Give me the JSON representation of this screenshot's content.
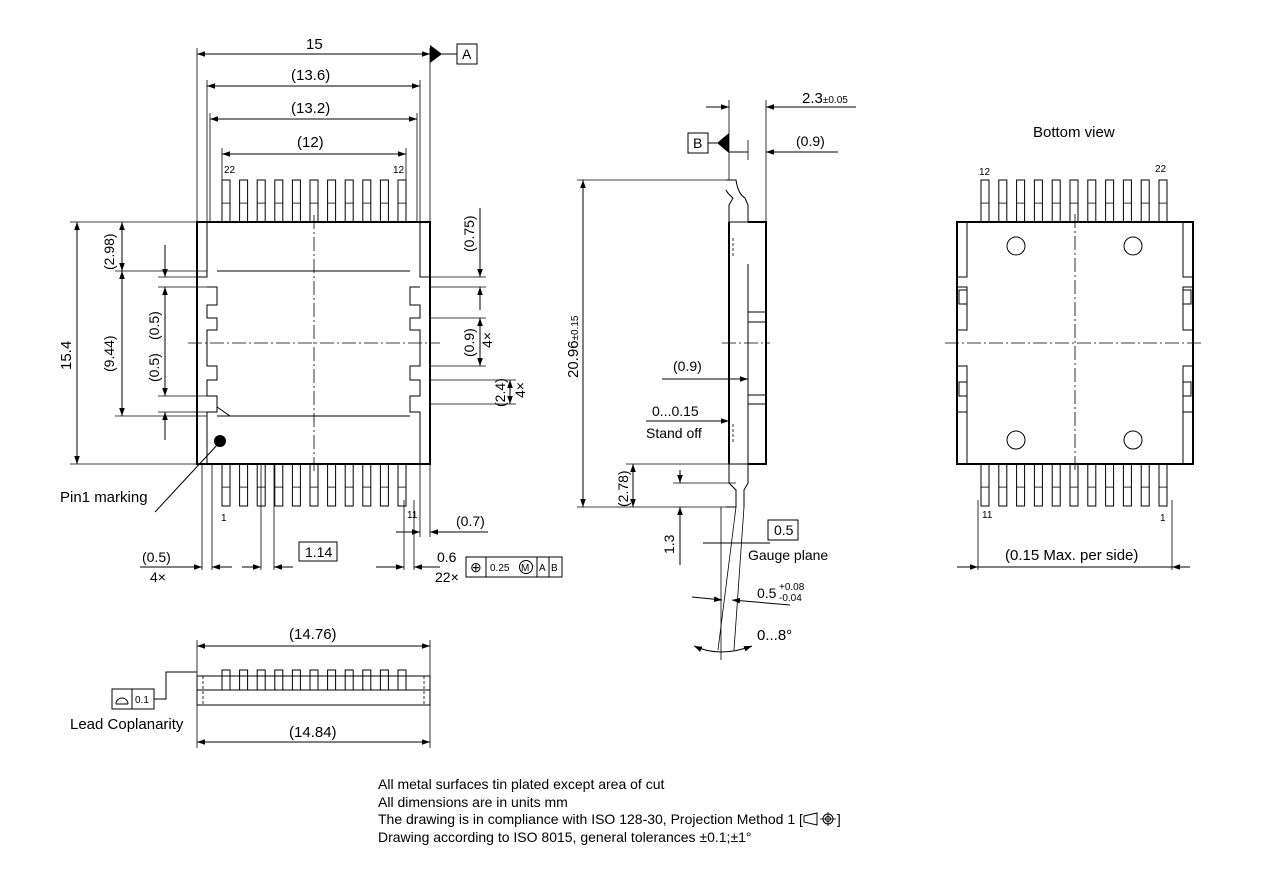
{
  "top_view": {
    "dims": {
      "overall_width": "15",
      "lead_span": "(13.6)",
      "body_width": "(13.2)",
      "pin_span": "(12)",
      "height": "15.4",
      "top_offset": "(2.98)",
      "inner_height": "(9.44)",
      "notch_a": "(0.5)",
      "notch_b": "(0.5)",
      "tab_075": "(0.75)",
      "tab_09": "(0.9)",
      "tab_24": "(2.4)",
      "count_4x_a": "4×",
      "count_4x_b": "4×",
      "pitch_basic": "1.14",
      "bottom_05": "(0.5)",
      "bottom_4x": "4×",
      "bottom_07": "(0.7)",
      "lead_width": "0.6",
      "lead_count": "22×"
    },
    "pin_labels": {
      "p22": "22",
      "p12": "12",
      "p1": "1",
      "p11": "11"
    },
    "datum_a": "A",
    "fcf": {
      "symbol": "⊕",
      "tol": "0.25",
      "mod": "M",
      "d1": "A",
      "d2": "B"
    },
    "pin1_label": "Pin1 marking"
  },
  "side_view": {
    "thickness": "2.3",
    "thickness_tol": "±0.05",
    "lead_09": "(0.9)",
    "datum_b": "B",
    "length": "20.96",
    "length_tol": "±0.15",
    "standoff_09": "(0.9)",
    "standoff_range": "0...0.15",
    "standoff_label": "Stand off",
    "foot_278": "(2.78)",
    "foot_13": "1.3",
    "gauge_box": "0.5",
    "gauge_label": "Gauge plane",
    "lead_thk": "0.5",
    "lead_thk_plus": "+0.08",
    "lead_thk_minus": "-0.04",
    "angle": "0...8°"
  },
  "bottom_view": {
    "title": "Bottom view",
    "pin_labels": {
      "p12": "12",
      "p22": "22",
      "p11": "11",
      "p1": "1"
    },
    "note": "(0.15 Max. per side)"
  },
  "end_view": {
    "top_dim": "(14.76)",
    "bottom_dim": "(14.84)",
    "coplanarity_value": "0.1",
    "coplanarity_label": "Lead Coplanarity"
  },
  "notes": [
    "All metal surfaces tin plated except area of cut",
    "All dimensions are in units mm",
    "The drawing is in compliance with ISO 128-30, Projection Method 1 [",
    "Drawing according to ISO 8015, general tolerances ±0.1;±1°"
  ],
  "notes_suffix": "]"
}
